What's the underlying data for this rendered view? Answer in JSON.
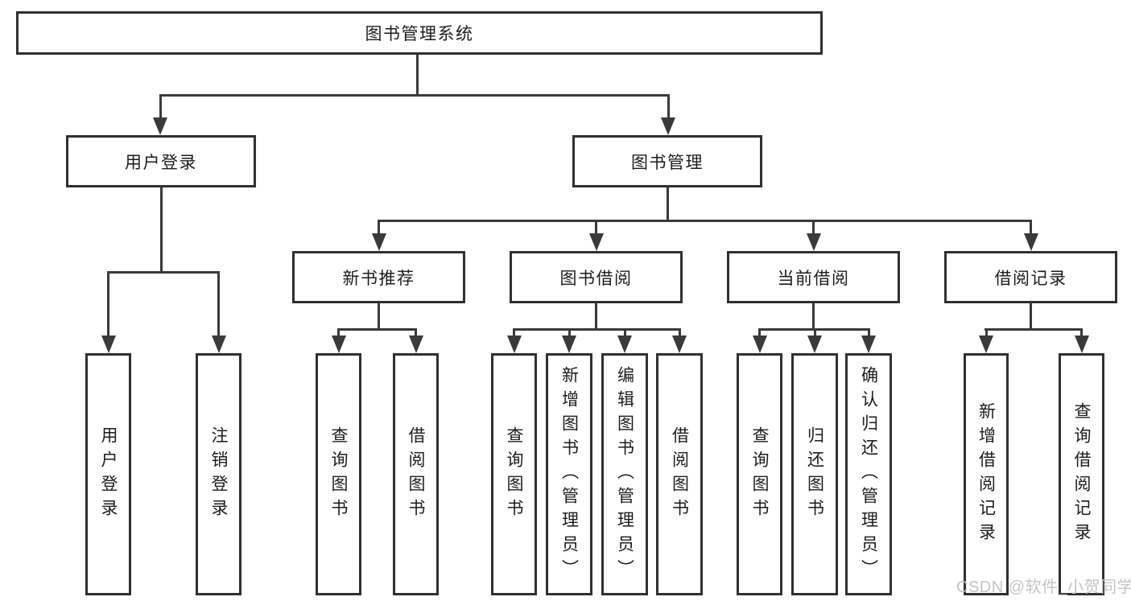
{
  "colors": {
    "line": "#3a3a3a",
    "box_border": "#303030",
    "box_fill": "#ffffff",
    "text": "#1c1c1c",
    "bg": "#ffffff",
    "watermark": "#c4c4c4"
  },
  "tree": {
    "label": "图书管理系统",
    "children": [
      {
        "label": "用户登录",
        "children": [
          {
            "label": "用户登录"
          },
          {
            "label": "注销登录"
          }
        ]
      },
      {
        "label": "图书管理",
        "children": [
          {
            "label": "新书推荐",
            "children": [
              {
                "label": "查询图书"
              },
              {
                "label": "借阅图书"
              }
            ]
          },
          {
            "label": "图书借阅",
            "children": [
              {
                "label": "查询图书"
              },
              {
                "label": "新增图书（管理员）"
              },
              {
                "label": "编辑图书（管理员）"
              },
              {
                "label": "借阅图书"
              }
            ]
          },
          {
            "label": "当前借阅",
            "children": [
              {
                "label": "查询图书"
              },
              {
                "label": "归还图书"
              },
              {
                "label": "确认归还（管理员）"
              }
            ]
          },
          {
            "label": "借阅记录",
            "children": [
              {
                "label": "新增借阅记录"
              },
              {
                "label": "查询借阅记录"
              }
            ]
          }
        ]
      }
    ]
  },
  "watermark": {
    "text": "CSDN @软件_小贺同学"
  }
}
